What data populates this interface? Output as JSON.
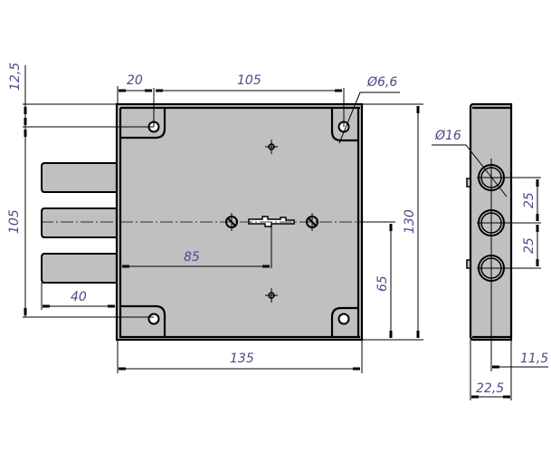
{
  "drawing": {
    "front_view": {
      "dims": {
        "top_offset": "12,5",
        "hole_offset_x": "20",
        "hole_spacing_x": "105",
        "hole_diameter": "Ø6,6",
        "bolt_span": "105",
        "height": "130",
        "key_center_height": "65",
        "backset": "85",
        "bolt_throw": "40",
        "width": "135"
      }
    },
    "side_view": {
      "dims": {
        "bolt_diameter": "Ø16",
        "bolt_pitch_1": "25",
        "bolt_pitch_2": "25",
        "bolt_axis_offset": "11,5",
        "depth": "22,5"
      }
    }
  }
}
